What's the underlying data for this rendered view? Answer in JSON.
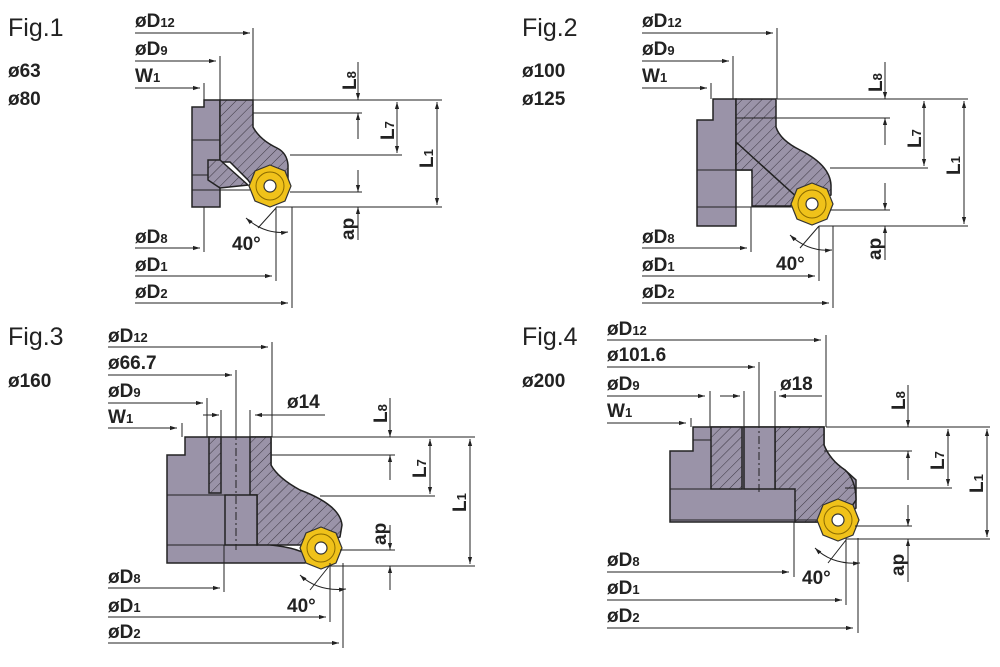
{
  "figures": [
    {
      "title": "Fig.1",
      "sizes": [
        "ø63",
        "ø80"
      ],
      "labels": {
        "d12": "øD",
        "d12_sub": "12",
        "d9": "øD",
        "d9_sub": "9",
        "w1": "W",
        "w1_sub": "1",
        "d8": "øD",
        "d8_sub": "8",
        "d1": "øD",
        "d1_sub": "1",
        "d2": "øD",
        "d2_sub": "2",
        "l8": "L",
        "l8_sub": "8",
        "l7": "L",
        "l7_sub": "7",
        "l1": "L",
        "l1_sub": "1",
        "ap": "ap",
        "angle": "40°"
      }
    },
    {
      "title": "Fig.2",
      "sizes": [
        "ø100",
        "ø125"
      ],
      "labels": {
        "d12": "øD",
        "d12_sub": "12",
        "d9": "øD",
        "d9_sub": "9",
        "w1": "W",
        "w1_sub": "1",
        "d8": "øD",
        "d8_sub": "8",
        "d1": "øD",
        "d1_sub": "1",
        "d2": "øD",
        "d2_sub": "2",
        "l8": "L",
        "l8_sub": "8",
        "l7": "L",
        "l7_sub": "7",
        "l1": "L",
        "l1_sub": "1",
        "ap": "ap",
        "angle": "40°"
      }
    },
    {
      "title": "Fig.3",
      "sizes": [
        "ø160"
      ],
      "labels": {
        "d12": "øD",
        "d12_sub": "12",
        "pcd": "ø66.7",
        "d9": "øD",
        "d9_sub": "9",
        "bolt": "ø14",
        "w1": "W",
        "w1_sub": "1",
        "d8": "øD",
        "d8_sub": "8",
        "d1": "øD",
        "d1_sub": "1",
        "d2": "øD",
        "d2_sub": "2",
        "l8": "L",
        "l8_sub": "8",
        "l7": "L",
        "l7_sub": "7",
        "l1": "L",
        "l1_sub": "1",
        "ap": "ap",
        "angle": "40°"
      }
    },
    {
      "title": "Fig.4",
      "sizes": [
        "ø200"
      ],
      "labels": {
        "d12": "øD",
        "d12_sub": "12",
        "pcd": "ø101.6",
        "d9": "øD",
        "d9_sub": "9",
        "bolt": "ø18",
        "w1": "W",
        "w1_sub": "1",
        "d8": "øD",
        "d8_sub": "8",
        "d1": "øD",
        "d1_sub": "1",
        "d2": "øD",
        "d2_sub": "2",
        "l8": "L",
        "l8_sub": "8",
        "l7": "L",
        "l7_sub": "7",
        "l1": "L",
        "l1_sub": "1",
        "ap": "ap",
        "angle": "40°"
      }
    }
  ],
  "colors": {
    "body": "#9a93a8",
    "insert": "#f0c21a",
    "line": "#222222"
  }
}
